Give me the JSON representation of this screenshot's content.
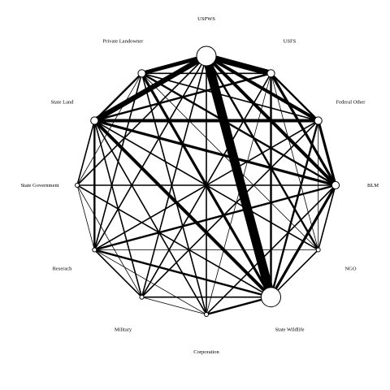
{
  "network": {
    "nodes": [
      {
        "id": "USPWS",
        "label": "USPWS",
        "size": 3
      },
      {
        "id": "USFS",
        "label": "USFS",
        "size": 2
      },
      {
        "id": "Federal Other",
        "label": "Federal Other",
        "size": 2
      },
      {
        "id": "BLM",
        "label": "BLM",
        "size": 2
      },
      {
        "id": "NGO",
        "label": "NGO",
        "size": 1
      },
      {
        "id": "State Wildlife",
        "label": "State Wildlife",
        "size": 3
      },
      {
        "id": "Corporation",
        "label": "Corporation",
        "size": 1
      },
      {
        "id": "Military",
        "label": "Military",
        "size": 1
      },
      {
        "id": "Reserach",
        "label": "Reserach",
        "size": 1
      },
      {
        "id": "State Government",
        "label": "State Government",
        "size": 1
      },
      {
        "id": "State Land",
        "label": "State Land",
        "size": 2
      },
      {
        "id": "Private Landowner",
        "label": "Private Landowner",
        "size": 2
      }
    ],
    "edges": [
      {
        "source": "USPWS",
        "target": "State Wildlife",
        "weight": 14
      },
      {
        "source": "USPWS",
        "target": "USFS",
        "weight": 9
      },
      {
        "source": "USPWS",
        "target": "State Land",
        "weight": 8
      },
      {
        "source": "USPWS",
        "target": "Private Landowner",
        "weight": 6
      },
      {
        "source": "USPWS",
        "target": "Federal Other",
        "weight": 5
      },
      {
        "source": "USPWS",
        "target": "BLM",
        "weight": 5
      },
      {
        "source": "USPWS",
        "target": "NGO",
        "weight": 3
      },
      {
        "source": "USPWS",
        "target": "Corporation",
        "weight": 2
      },
      {
        "source": "USPWS",
        "target": "Military",
        "weight": 2
      },
      {
        "source": "USPWS",
        "target": "Reserach",
        "weight": 2
      },
      {
        "source": "USPWS",
        "target": "State Government",
        "weight": 2
      },
      {
        "source": "USFS",
        "target": "Federal Other",
        "weight": 3
      },
      {
        "source": "USFS",
        "target": "BLM",
        "weight": 4
      },
      {
        "source": "USFS",
        "target": "State Wildlife",
        "weight": 3
      },
      {
        "source": "USFS",
        "target": "State Land",
        "weight": 3
      },
      {
        "source": "USFS",
        "target": "Private Landowner",
        "weight": 2
      },
      {
        "source": "USFS",
        "target": "Military",
        "weight": 2
      },
      {
        "source": "USFS",
        "target": "NGO",
        "weight": 1
      },
      {
        "source": "USFS",
        "target": "Corporation",
        "weight": 1
      },
      {
        "source": "Federal Other",
        "target": "BLM",
        "weight": 4
      },
      {
        "source": "Federal Other",
        "target": "State Land",
        "weight": 5
      },
      {
        "source": "Federal Other",
        "target": "State Wildlife",
        "weight": 3
      },
      {
        "source": "Federal Other",
        "target": "Private Landowner",
        "weight": 2
      },
      {
        "source": "Federal Other",
        "target": "Reserach",
        "weight": 2
      },
      {
        "source": "Federal Other",
        "target": "NGO",
        "weight": 1
      },
      {
        "source": "Federal Other",
        "target": "Military",
        "weight": 2
      },
      {
        "source": "BLM",
        "target": "State Land",
        "weight": 4
      },
      {
        "source": "BLM",
        "target": "State Wildlife",
        "weight": 4
      },
      {
        "source": "BLM",
        "target": "State Government",
        "weight": 2
      },
      {
        "source": "BLM",
        "target": "Reserach",
        "weight": 3
      },
      {
        "source": "BLM",
        "target": "NGO",
        "weight": 2
      },
      {
        "source": "BLM",
        "target": "Private Landowner",
        "weight": 3
      },
      {
        "source": "BLM",
        "target": "Corporation",
        "weight": 2
      },
      {
        "source": "NGO",
        "target": "State Wildlife",
        "weight": 2
      },
      {
        "source": "NGO",
        "target": "State Land",
        "weight": 2
      },
      {
        "source": "NGO",
        "target": "Reserach",
        "weight": 1
      },
      {
        "source": "NGO",
        "target": "Private Landowner",
        "weight": 1
      },
      {
        "source": "State Wildlife",
        "target": "State Land",
        "weight": 5
      },
      {
        "source": "State Wildlife",
        "target": "Private Landowner",
        "weight": 4
      },
      {
        "source": "State Wildlife",
        "target": "Corporation",
        "weight": 3
      },
      {
        "source": "State Wildlife",
        "target": "Military",
        "weight": 2
      },
      {
        "source": "State Wildlife",
        "target": "Reserach",
        "weight": 3
      },
      {
        "source": "State Wildlife",
        "target": "State Government",
        "weight": 2
      },
      {
        "source": "Corporation",
        "target": "Military",
        "weight": 1
      },
      {
        "source": "Corporation",
        "target": "State Land",
        "weight": 2
      },
      {
        "source": "Corporation",
        "target": "Reserach",
        "weight": 1
      },
      {
        "source": "Corporation",
        "target": "Private Landowner",
        "weight": 2
      },
      {
        "source": "Military",
        "target": "State Land",
        "weight": 2
      },
      {
        "source": "Military",
        "target": "Reserach",
        "weight": 2
      },
      {
        "source": "Military",
        "target": "State Government",
        "weight": 1
      },
      {
        "source": "Reserach",
        "target": "State Land",
        "weight": 3
      },
      {
        "source": "Reserach",
        "target": "State Government",
        "weight": 1
      },
      {
        "source": "Reserach",
        "target": "Private Landowner",
        "weight": 2
      },
      {
        "source": "State Government",
        "target": "State Land",
        "weight": 2
      },
      {
        "source": "State Government",
        "target": "Private Landowner",
        "weight": 1
      },
      {
        "source": "State Land",
        "target": "Private Landowner",
        "weight": 3
      }
    ],
    "colors": {
      "edge": "#000000",
      "node_fill": "#ffffff",
      "node_stroke": "#000000",
      "background": "#ffffff"
    }
  }
}
